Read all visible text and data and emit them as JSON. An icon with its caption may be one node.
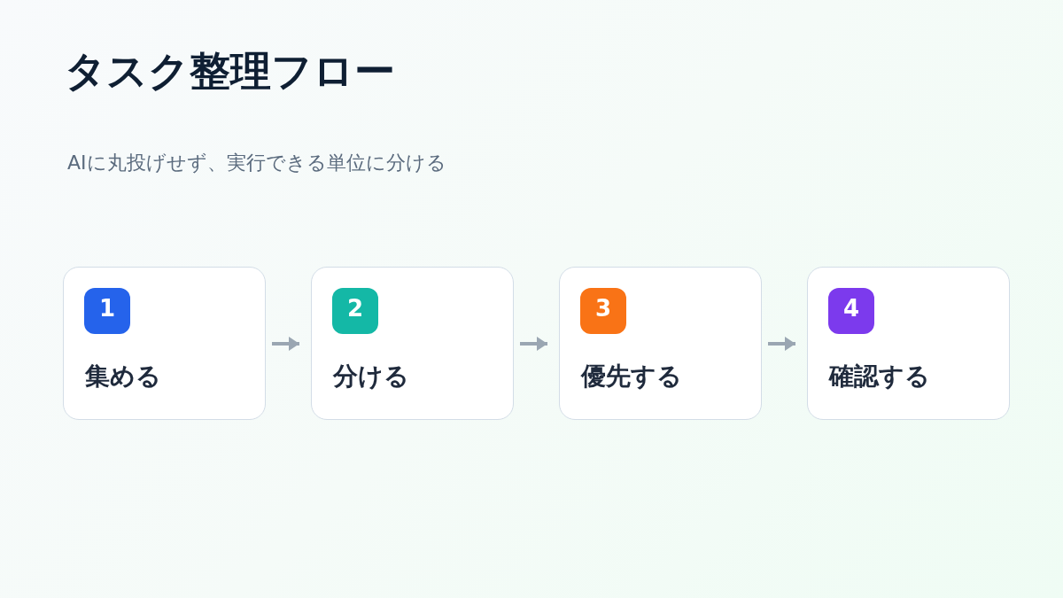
{
  "diagram": {
    "title": "タスク整理フロー",
    "nodes": [
      {
        "text": [
          "集める"
        ]
      },
      {
        "text": [
          "1"
        ],
        "in": 0
      },
      {
        "text": [
          "分ける"
        ]
      },
      {
        "text": [
          "2"
        ],
        "in": 2
      },
      {
        "text": [
          "優先する"
        ]
      },
      {
        "text": [
          "3"
        ],
        "in": 4
      },
      {
        "text": [
          "確認する"
        ]
      },
      {
        "text": [
          "4"
        ],
        "in": 6
      }
    ],
    "edges": [
      {
        "from": 0,
        "to": 2,
        "arrow": "to"
      },
      {
        "from": 2,
        "to": 4,
        "arrow": "to"
      },
      {
        "from": 4,
        "to": 6,
        "arrow": "to"
      }
    ],
    "labels": [
      "AIに丸投げせず、実行できる単位に分ける"
    ]
  }
}
